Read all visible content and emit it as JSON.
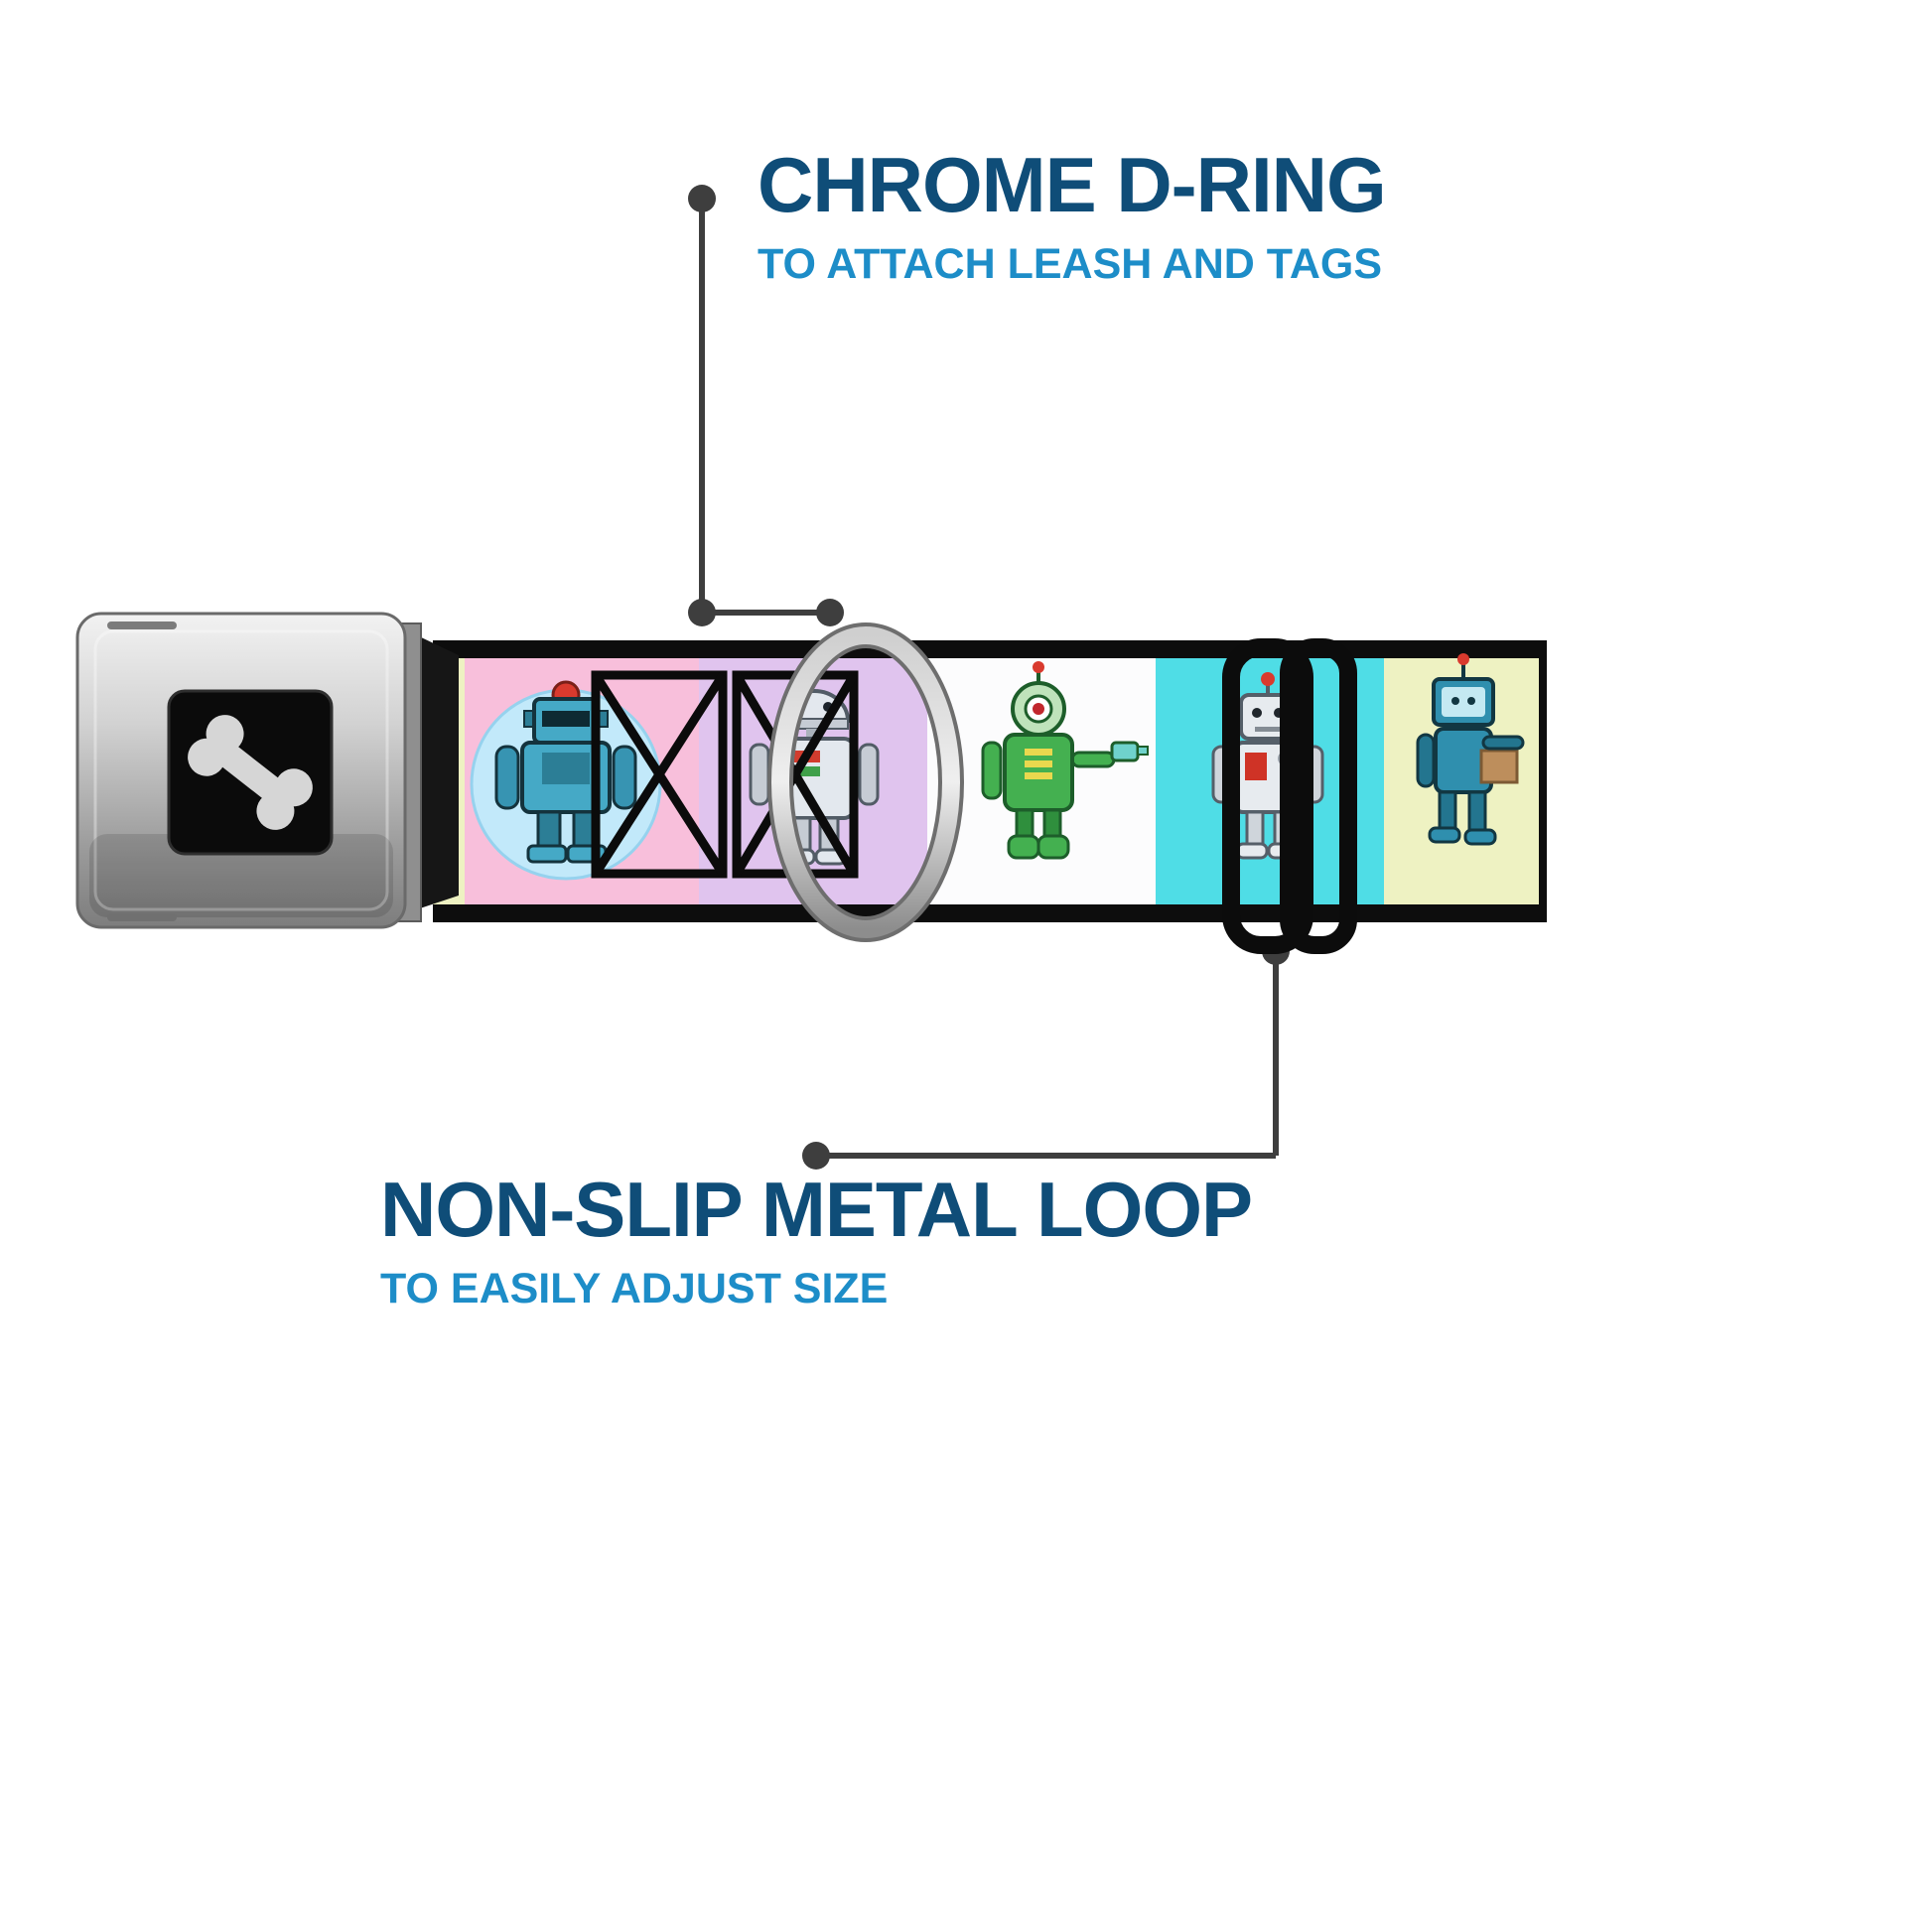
{
  "callouts": {
    "top": {
      "title": "CHROME D-RING",
      "subtitle": "TO ATTACH LEASH AND TAGS"
    },
    "bottom": {
      "title": "NON-SLIP METAL LOOP",
      "subtitle": "TO EASILY ADJUST SIZE"
    }
  },
  "colors": {
    "title_text": "#0f4d78",
    "subtitle_text": "#1d8dc8",
    "connector": "#3e3e3e",
    "buckle_chrome": "#c9c9c9",
    "buckle_center": "#0b0b0b",
    "bone": "#d6d6d6",
    "strap_edge": "#0d0d0d",
    "block_pink": "#f8bfdb",
    "block_lavender": "#e0c4ee",
    "block_white": "#fcfcfd",
    "block_cyan": "#4fdde6",
    "block_yellow": "#eef2c2"
  },
  "icons": [
    {
      "name": "dog-bone-icon"
    },
    {
      "name": "d-ring"
    },
    {
      "name": "metal-loop-slider"
    },
    {
      "name": "robot-blue"
    },
    {
      "name": "robot-white"
    },
    {
      "name": "robot-green-cyclops"
    },
    {
      "name": "robot-gray"
    },
    {
      "name": "robot-tv-head"
    }
  ]
}
